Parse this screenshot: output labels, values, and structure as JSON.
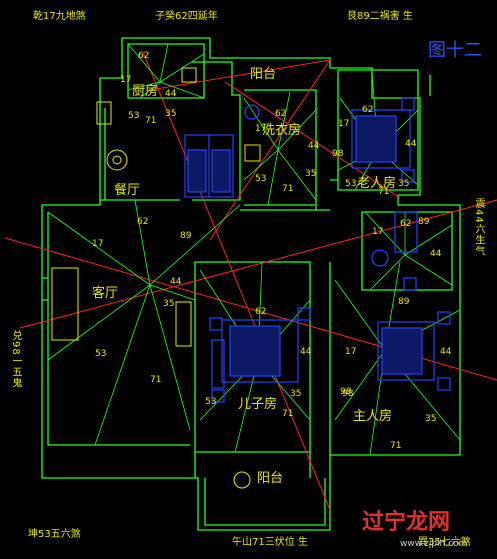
{
  "edge_labels": {
    "top_left": "乾17九地煞",
    "top_center": "子癸62四延年",
    "top_right": "艮89二祸害 生",
    "figure_no": "图十二",
    "right_side": "震44六生气",
    "left_side": "兑98一五鬼",
    "bottom_left": "坤53五六煞",
    "bottom_center": "午山71三伏位 生",
    "bottom_right": "巽35七六煞"
  },
  "rooms": {
    "kitchen": "厨房",
    "dining": "餐厅",
    "living": "客厅",
    "laundry": "洗衣房",
    "elder_room": "老人房",
    "balcony_top": "阳台",
    "balcony_bottom": "阳台",
    "son_room": "儿子房",
    "master": "主人房"
  },
  "sector_numbers": {
    "kitchen": [
      "62",
      "17",
      "44",
      "53",
      "71",
      "35"
    ],
    "laundry": [
      "62",
      "17",
      "44",
      "53",
      "71",
      "35"
    ],
    "elder": [
      "62",
      "17",
      "98",
      "44",
      "53",
      "35",
      "71"
    ],
    "bath": [
      "62",
      "17",
      "89",
      "44"
    ],
    "center": [
      "62",
      "17",
      "89",
      "44",
      "35",
      "53",
      "71",
      "98"
    ],
    "son": [
      "62",
      "44",
      "53",
      "71",
      "35"
    ],
    "master": [
      "89",
      "17",
      "44",
      "98",
      "35",
      "71"
    ]
  },
  "watermark": {
    "text": "过宁龙网",
    "url": "www.zjplh.com"
  },
  "colors": {
    "wall": "#22ff22",
    "axis": "#ff2222",
    "furniture": "#2244ff",
    "text": "#e8e800"
  }
}
